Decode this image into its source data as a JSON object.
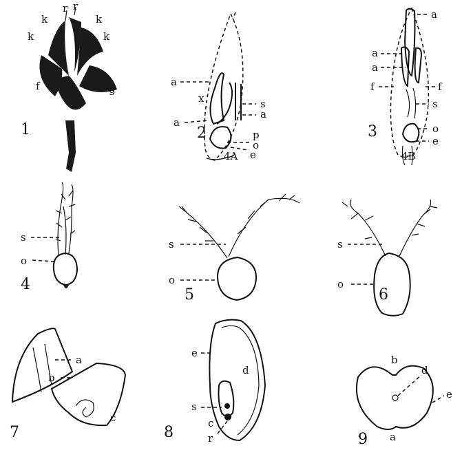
{
  "figures": [
    {
      "number": "1",
      "labels": [
        "r",
        "r",
        "k",
        "k",
        "k",
        "k",
        "f",
        "g"
      ]
    },
    {
      "number": "2",
      "labels": [
        "a",
        "x",
        "s",
        "a",
        "a",
        "p",
        "o",
        "e"
      ],
      "sub_label": "4A"
    },
    {
      "number": "3",
      "labels": [
        "a",
        "a",
        "a",
        "f",
        "f",
        "s",
        "o",
        "e"
      ],
      "sub_label": "4B"
    },
    {
      "number": "4",
      "labels": [
        "s",
        "o"
      ]
    },
    {
      "number": "5",
      "labels": [
        "s",
        "o"
      ]
    },
    {
      "number": "6",
      "labels": [
        "s",
        "o"
      ]
    },
    {
      "number": "7",
      "labels": [
        "a",
        "b",
        "c"
      ]
    },
    {
      "number": "8",
      "labels": [
        "e",
        "d",
        "s",
        "c",
        "r"
      ]
    },
    {
      "number": "9",
      "labels": [
        "b",
        "d",
        "e",
        "a"
      ]
    }
  ]
}
